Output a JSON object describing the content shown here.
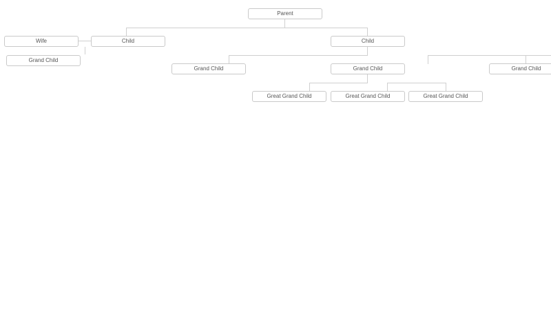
{
  "tree": {
    "parent": {
      "label": "Parent"
    },
    "wife": {
      "label": "Wife"
    },
    "child_left": {
      "label": "Child"
    },
    "child_right": {
      "label": "Child"
    },
    "grand_child_left": {
      "label": "Grand Child"
    },
    "grand_child_1": {
      "label": "Grand Child"
    },
    "grand_child_2": {
      "label": "Grand Child"
    },
    "grand_child_3": {
      "label": "Grand Child"
    },
    "great_grand_child_1": {
      "label": "Great Grand Child"
    },
    "great_grand_child_2": {
      "label": "Great Grand Child"
    },
    "great_grand_child_3": {
      "label": "Great Grand Child"
    }
  }
}
